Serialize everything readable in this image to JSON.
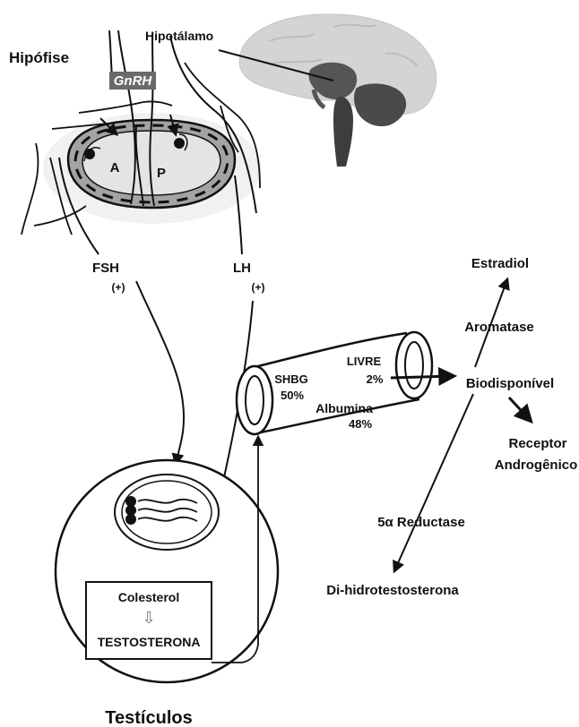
{
  "labels": {
    "hipofise": "Hipófise",
    "hipotalamo": "Hipotálamo",
    "gnrh": "GnRH",
    "lobe_a": "A",
    "lobe_p": "P",
    "fsh": "FSH",
    "fsh_sign": "(+)",
    "lh": "LH",
    "lh_sign": "(+)",
    "estradiol": "Estradiol",
    "aromatase": "Aromatase",
    "livre": "LIVRE",
    "livre_pct": "2%",
    "shbg": "SHBG",
    "shbg_pct": "50%",
    "albumina": "Albumina",
    "albumina_pct": "48%",
    "biodisponivel": "Biodisponível",
    "receptor_1": "Receptor",
    "receptor_2": "Androgênico",
    "reductase": "5α Reductase",
    "dht": "Di-hidrotestosterona",
    "colesterol": "Colesterol",
    "conv_arrow": "⇩",
    "testosterona": "TESTOSTERONA",
    "testiculos": "Testículos"
  },
  "colors": {
    "ink": "#111111",
    "brain": "#d0d0d0",
    "brainstem": "#4a4a4a",
    "pituitary_ring": "#9a9a9a",
    "pituitary_core": "#e2e2e2"
  }
}
